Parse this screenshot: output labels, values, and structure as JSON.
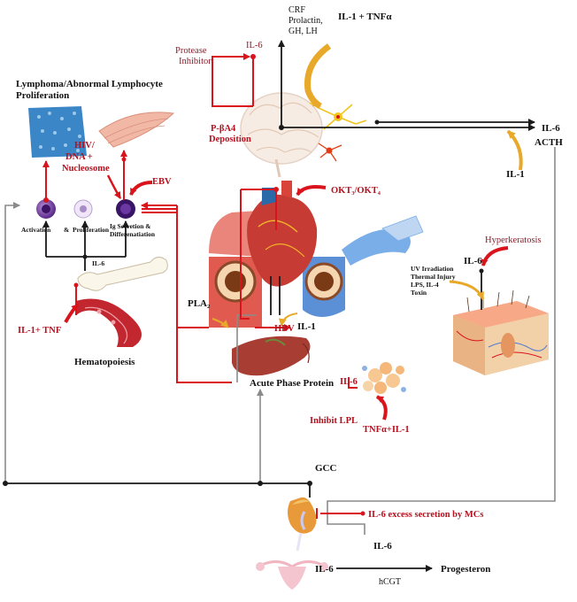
{
  "labels": {
    "crf": "CRF",
    "prolactin": "Prolactin,",
    "gh_lh": "GH, LH",
    "il1_tnfa_top": "IL-1 + TNFα",
    "protease": "Protease",
    "inhibitor": "Inhibitor",
    "il6_brain": "IL-6",
    "pba4": "P-βA4",
    "deposition": "Deposition",
    "il6_right": "IL-6",
    "acth": "ACTH",
    "il1_right": "IL-1",
    "lymphoma_1": "Lymphoma/Abnormal Lymphocyte",
    "lymphoma_2": "Proliferation",
    "hiv": "HIV/",
    "dna": "DNA +",
    "nucleosome": "Nucleosome",
    "ebv": "EBV",
    "activation": "Activation",
    "amp": "&",
    "proliferation": "Proliferation",
    "ig_secretion": "Ig Secretion &",
    "differentiation": "Differenatiation",
    "il6_small": "IL-6",
    "okt": "OKT₃/OKT₄",
    "pla2": "PLA₂",
    "il1_tnf_left": "IL-1+ TNF",
    "hematopoiesis": "Hematopoiesis",
    "hbv": "HBV",
    "il1_mid": "IL-1",
    "acute_phase": "Acute Phase Protein",
    "il6_fat": "IL-6",
    "inhibit_lpl": "Inhibit LPL",
    "tnfa_il1": "TNFα+IL-1",
    "hyperkeratosis": "Hyperkeratosis",
    "il6_skin": "IL-6",
    "uv": "UV Irradiation",
    "thermal": "Thermal Injury",
    "lps": "LPS, IL-4",
    "toxin": "Toxin",
    "gcc": "GCC",
    "il6_excess": "IL-6 excess secretion by MCs",
    "il6_kidney": "IL-6",
    "il6_bottom": "IL-6",
    "progesteron": "Progesteron",
    "hcgt": "hCGT"
  },
  "colors": {
    "red_arrow": "#d9141c",
    "dark_red_text": "#b3121f",
    "muted_red_text": "#8a1c2b",
    "black_arrow": "#1a1a1a",
    "gray_line": "#8a8a8a",
    "gold_arrow": "#e8a92a"
  },
  "icons": [
    "brain-icon",
    "neuron-icon",
    "heart-icon",
    "liver-icon",
    "bone-icon",
    "blood-vessel-icon",
    "skin-icon",
    "fat-cell-icon",
    "kidney-icon",
    "uterus-icon",
    "lymphocyte-icon"
  ]
}
